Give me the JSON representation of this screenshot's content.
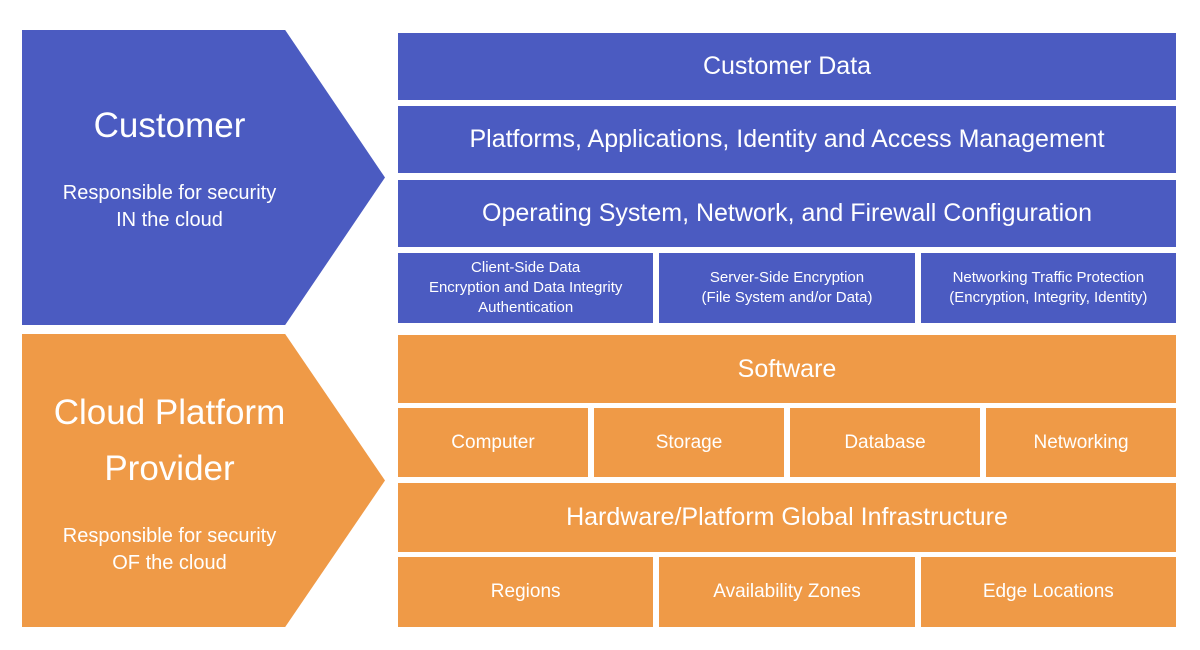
{
  "colors": {
    "customer_blue": "#4b5bc1",
    "provider_orange": "#ef9a47",
    "text": "#ffffff",
    "background": "#ffffff"
  },
  "left": {
    "customer_arrow": {
      "title": "Customer",
      "subtitle_line1": "Responsible for security",
      "subtitle_line2": "IN the cloud"
    },
    "provider_arrow": {
      "title_line1": "Cloud Platform",
      "title_line2": "Provider",
      "subtitle_line1": "Responsible for security",
      "subtitle_line2": "OF the cloud"
    }
  },
  "stack": {
    "customer_rows": {
      "customer_data": "Customer Data",
      "platforms": "Platforms, Applications, Identity and Access Management",
      "operating_system": "Operating System, Network, and Firewall Configuration",
      "cells": [
        {
          "lines": [
            "Client-Side Data",
            "Encryption and Data Integrity",
            "Authentication"
          ]
        },
        {
          "lines": [
            "Server-Side Encryption",
            "(File System and/or Data)"
          ]
        },
        {
          "lines": [
            "Networking Traffic Protection",
            "(Encryption, Integrity, Identity)"
          ]
        }
      ]
    },
    "provider_rows": {
      "software": "Software",
      "software_cells": [
        "Computer",
        "Storage",
        "Database",
        "Networking"
      ],
      "hardware": "Hardware/Platform Global Infrastructure",
      "hardware_cells": [
        "Regions",
        "Availability Zones",
        "Edge Locations"
      ]
    }
  }
}
